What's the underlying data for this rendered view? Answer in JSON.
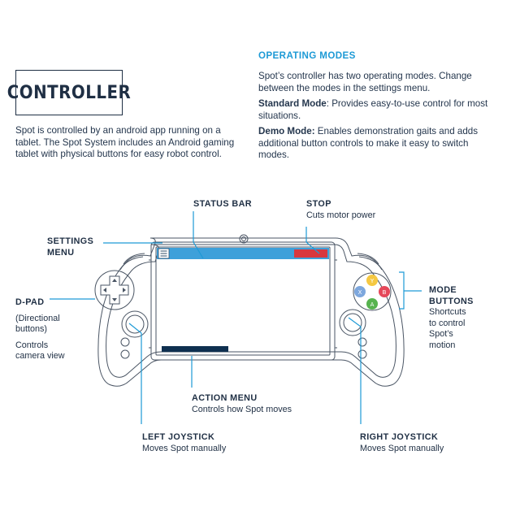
{
  "title": "CONTROLLER",
  "intro": "Spot is controlled by an android app running on a tablet. The Spot System includes an Android gaming tablet with physical buttons for easy robot control.",
  "operating_modes": {
    "heading": "OPERATING MODES",
    "description": "Spot’s controller has two operating modes. Change between the modes in the settings menu.",
    "standard_label": "Standard Mode",
    "standard_text": ": Provides easy-to-use control for most situations.",
    "demo_label": "Demo Mode:",
    "demo_text": " Enables demonstration gaits and adds additional button controls to make it easy to switch modes."
  },
  "labels": {
    "status_bar": "STATUS BAR",
    "stop": "STOP",
    "stop_desc": "Cuts motor power",
    "settings_menu_1": "SETTINGS",
    "settings_menu_2": "MENU",
    "dpad": "D-PAD",
    "dpad_desc_1": "(Directional",
    "dpad_desc_2": "buttons)",
    "dpad_desc_3": "Controls",
    "dpad_desc_4": "camera view",
    "mode_buttons_1": "MODE",
    "mode_buttons_2": "BUTTONS",
    "mode_desc_1": "Shortcuts",
    "mode_desc_2": "to control",
    "mode_desc_3": "Spot’s",
    "mode_desc_4": "motion",
    "action_menu": "ACTION MENU",
    "action_menu_desc": "Controls how Spot moves",
    "left_joystick": "LEFT JOYSTICK",
    "left_joystick_desc": "Moves Spot manually",
    "right_joystick": "RIGHT JOYSTICK",
    "right_joystick_desc": "Moves Spot manually"
  },
  "face_buttons": {
    "x": "X",
    "y": "Y",
    "b": "B",
    "a": "A"
  },
  "colors": {
    "navy": "#1f2f44",
    "accent_blue": "#1d9ad6",
    "status_bar": "#3da0da",
    "stop_red": "#d8373e",
    "action_bar": "#0f3050",
    "btn_x": "#7da7dd",
    "btn_y": "#f5c842",
    "btn_b": "#e5485a",
    "btn_a": "#57b34f"
  }
}
